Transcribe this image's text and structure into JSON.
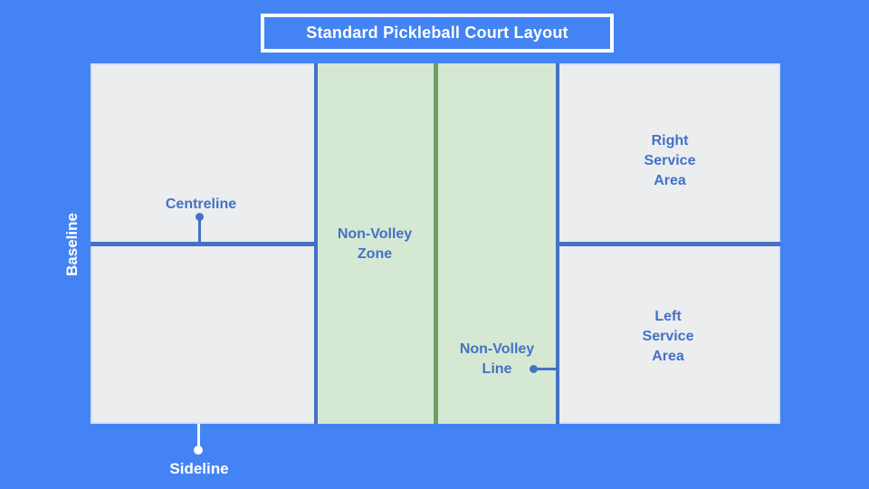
{
  "diagram": {
    "title": "Standard Pickleball Court Layout"
  },
  "labels": {
    "baseline": "Baseline",
    "centreline": "Centreline",
    "sideline": "Sideline",
    "non_volley_zone": {
      "line1": "Non-Volley",
      "line2": "Zone"
    },
    "non_volley_line": {
      "line1": "Non-Volley",
      "line2": "Line"
    },
    "right_service_area": {
      "line1": "Right",
      "line2": "Service",
      "line3": "Area"
    },
    "left_service_area": {
      "line1": "Left",
      "line2": "Service",
      "line3": "Area"
    }
  },
  "colors": {
    "background": "#4483F3",
    "court_fill": "#ECEDEF",
    "court_border": "#D3E1F8",
    "zone_fill": "#D5E8D4",
    "line_blue": "#4472C4",
    "net_green": "#6D9E63",
    "text_white": "#FFFFFF"
  }
}
